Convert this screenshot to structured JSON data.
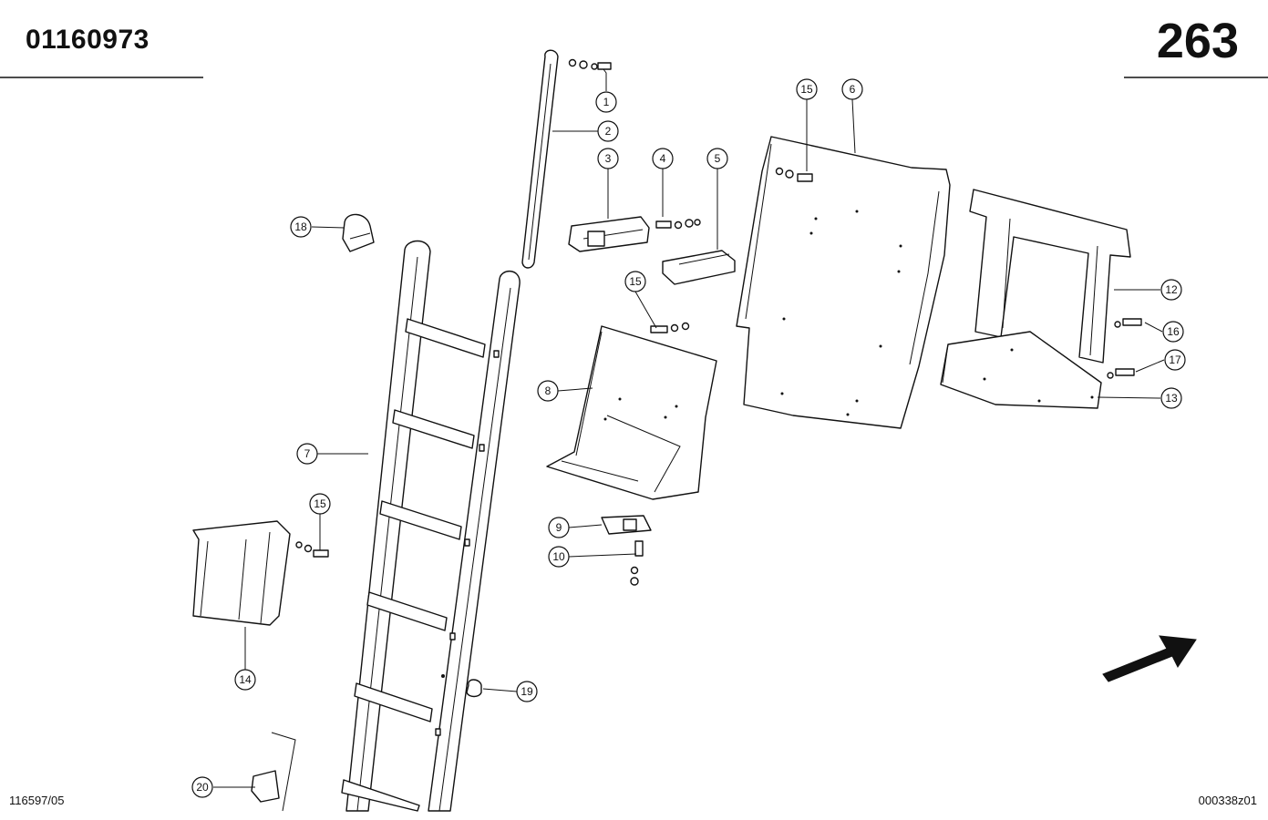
{
  "header": {
    "document_number": "01160973",
    "page_number": "263"
  },
  "footer": {
    "left_code": "116597/05",
    "right_code": "000338z01"
  },
  "callouts": [
    {
      "number": "1"
    },
    {
      "number": "2"
    },
    {
      "number": "3"
    },
    {
      "number": "4"
    },
    {
      "number": "5"
    },
    {
      "number": "6"
    },
    {
      "number": "7"
    },
    {
      "number": "8"
    },
    {
      "number": "9"
    },
    {
      "number": "10"
    },
    {
      "number": "12"
    },
    {
      "number": "13"
    },
    {
      "number": "14"
    },
    {
      "number": "15"
    },
    {
      "number": "15"
    },
    {
      "number": "15"
    },
    {
      "number": "16"
    },
    {
      "number": "17"
    },
    {
      "number": "18"
    },
    {
      "number": "19"
    },
    {
      "number": "20"
    }
  ],
  "icons": {
    "direction": "direction-arrow-icon"
  }
}
